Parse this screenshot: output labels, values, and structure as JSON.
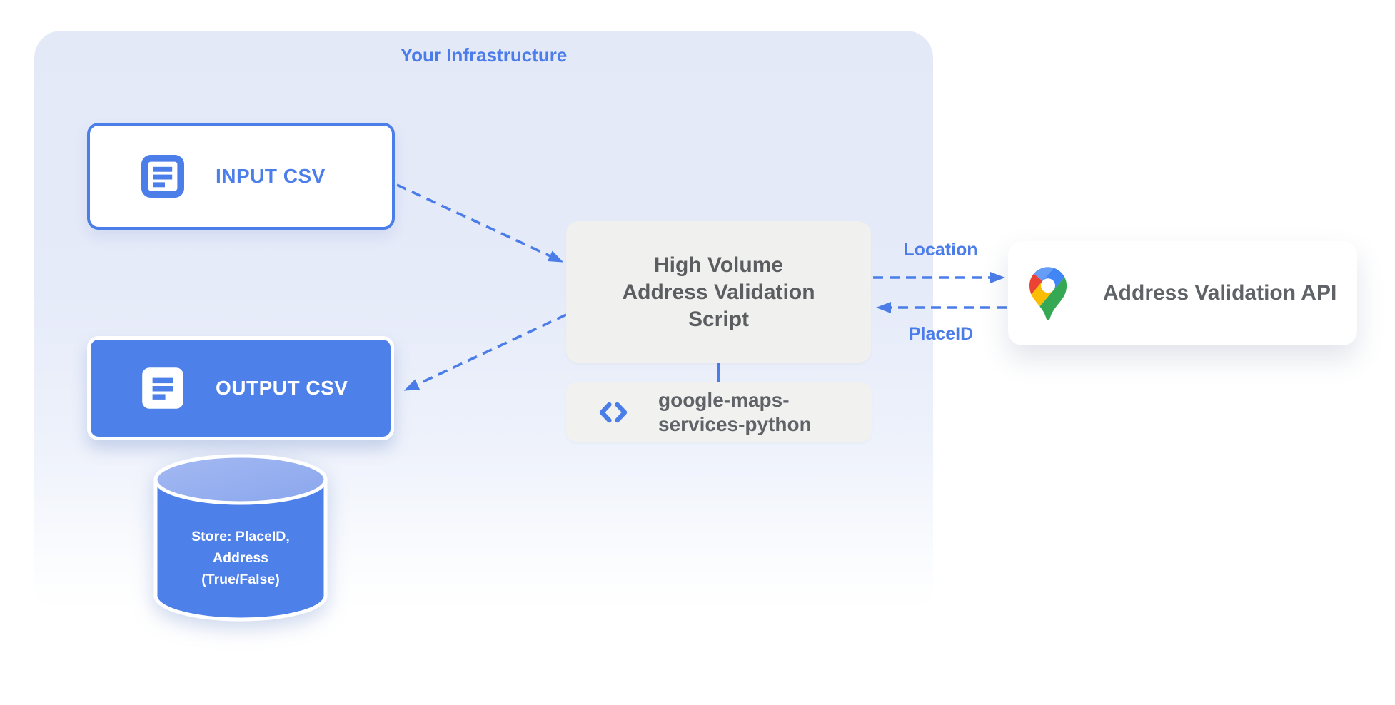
{
  "diagram": {
    "infrastructure": {
      "title": "Your Infrastructure"
    },
    "nodes": {
      "input_csv": {
        "label": "INPUT CSV"
      },
      "output_csv": {
        "label": "OUTPUT CSV"
      },
      "datastore": {
        "lines": [
          "Store: PlaceID,",
          "Address",
          "(True/False)"
        ]
      },
      "script": {
        "lines": [
          "High Volume",
          "Address Validation",
          "Script"
        ]
      },
      "library": {
        "lines": [
          "google-maps-",
          "services-python"
        ]
      },
      "api": {
        "label": "Address Validation API"
      }
    },
    "edges": {
      "location_label": "Location",
      "placeid_label": "PlaceID"
    },
    "icons": {
      "input_doc": "document-icon",
      "output_doc": "document-icon",
      "library_code": "code-brackets-icon",
      "api_pin": "google-maps-pin-icon"
    },
    "colors": {
      "accent_blue": "#4b7de8",
      "node_blue_fill": "#4e80ea",
      "cylinder_top": "#94aeef",
      "panel_blue": "#e4eaf8",
      "gray_node": "#f0f0ee",
      "gray_text": "#5f6368",
      "pin_red": "#EA4335",
      "pin_blue": "#4285F4",
      "pin_light_blue": "#669DF6",
      "pin_yellow": "#FBBC04",
      "pin_green": "#34A853"
    }
  }
}
